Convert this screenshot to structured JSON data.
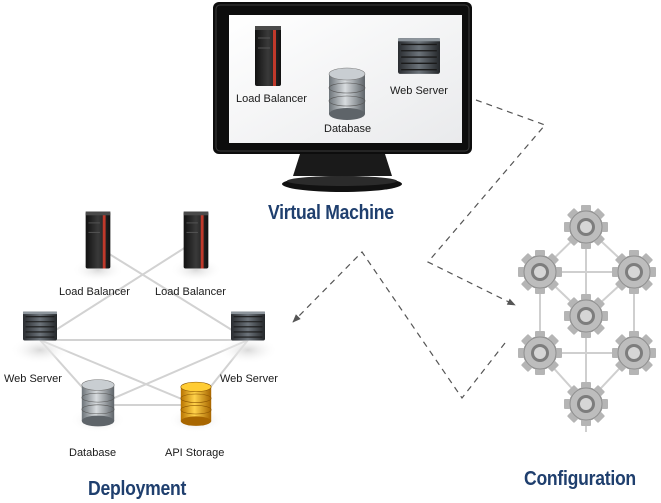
{
  "sections": {
    "virtual_machine": {
      "title": "Virtual Machine",
      "screen_labels": {
        "load_balancer": "Load Balancer",
        "database": "Database",
        "web_server": "Web Server"
      }
    },
    "deployment": {
      "title": "Deployment",
      "nodes": {
        "load_balancer_1": "Load Balancer",
        "load_balancer_2": "Load Balancer",
        "web_server_1": "Web Server",
        "web_server_2": "Web Server",
        "database": "Database",
        "api_storage": "API Storage"
      }
    },
    "configuration": {
      "title": "Configuration"
    }
  },
  "colors": {
    "title": "#1f3f6e",
    "monitor_frame": "#0d0d0d",
    "server_accent": "#c0392b",
    "storage_gold": "#e8a317",
    "gear": "#a8a8a8",
    "connector": "#cfcfcf",
    "arrow": "#555555"
  },
  "icons": [
    "monitor-icon",
    "load-balancer-icon",
    "web-server-icon",
    "database-icon",
    "api-storage-icon",
    "gear-icon"
  ]
}
